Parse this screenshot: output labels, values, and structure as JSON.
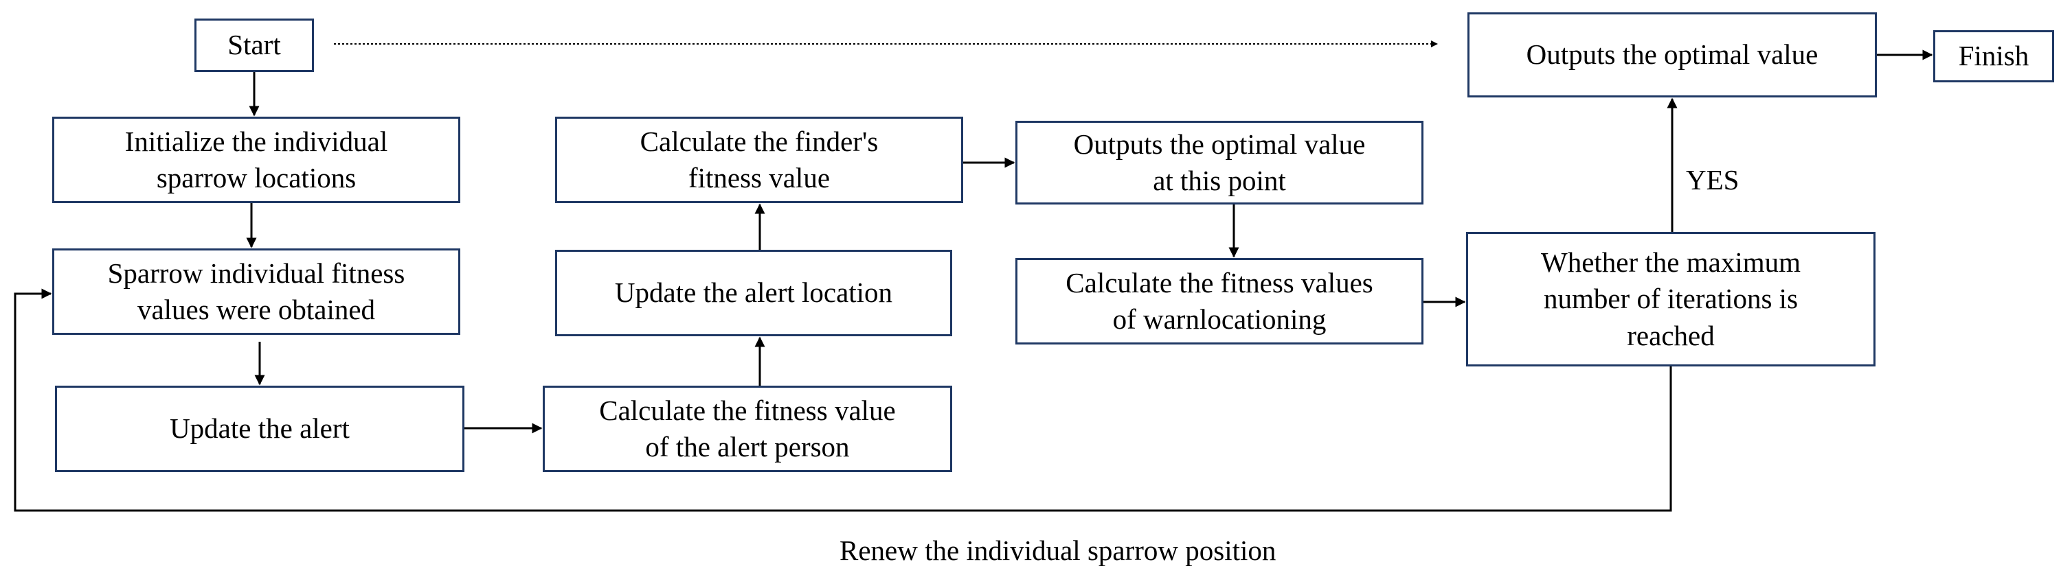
{
  "diagram": {
    "nodes": {
      "start": "Start",
      "init": "Initialize the individual\nsparrow locations",
      "fitness": "Sparrow individual fitness\nvalues were obtained",
      "update_alert": "Update the alert",
      "calc_alert_fitness": "Calculate the fitness value\nof the alert person",
      "update_alert_location": "Update the alert location",
      "calc_finder_fitness": "Calculate the finder's\nfitness value",
      "output_point": "Outputs the optimal value\nat this point",
      "calc_warn": "Calculate the fitness values\nof warnlocationing",
      "max_iter": "Whether the maximum\nnumber of iterations is\nreached",
      "output_optimal": "Outputs the optimal value",
      "finish": "Finish"
    },
    "labels": {
      "yes": "YES",
      "renew": "Renew the individual sparrow position"
    },
    "colors": {
      "box_border": "#1f3864",
      "line": "#000000"
    }
  }
}
